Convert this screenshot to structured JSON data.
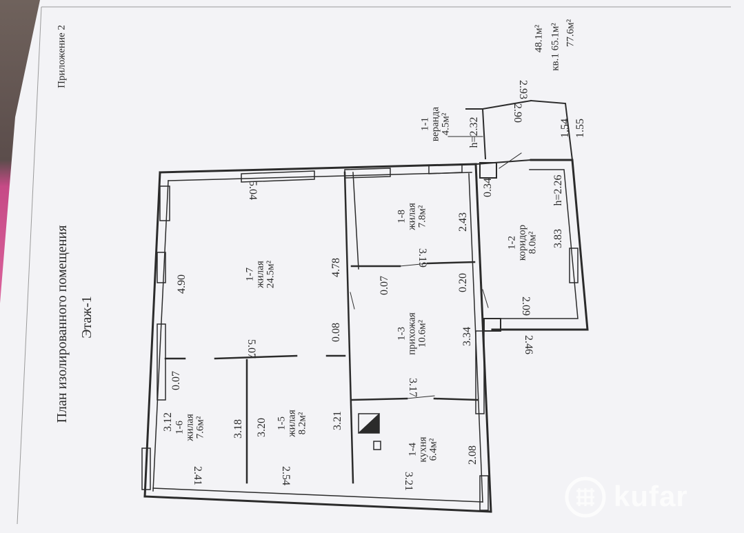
{
  "header": {
    "appendix": "Приложение 2",
    "title": "План изолированного помещения",
    "floor": "Этаж-1"
  },
  "rooms": [
    {
      "id": "1-1",
      "name": "веранда",
      "area": "4.5м²"
    },
    {
      "id": "1-2",
      "name": "коридор",
      "area": "8.0м²"
    },
    {
      "id": "1-3",
      "name": "прихожая",
      "area": "10.6м²"
    },
    {
      "id": "1-4",
      "name": "кухня",
      "area": "6.4м²"
    },
    {
      "id": "1-5",
      "name": "жилая",
      "area": "8.2м²"
    },
    {
      "id": "1-6",
      "name": "жилая",
      "area": "7.6м²"
    },
    {
      "id": "1-7",
      "name": "жилая",
      "area": "24.5м²"
    },
    {
      "id": "1-8",
      "name": "жилая",
      "area": "7.8м²"
    }
  ],
  "dimensions": {
    "top_504": "5.04",
    "top_490": "4.90",
    "d_507": "5.07",
    "d_007a": "0.07",
    "d_312": "3.12",
    "d_318": "3.18",
    "d_320": "3.20",
    "d_321a": "3.21",
    "d_241": "2.41",
    "d_254": "2.54",
    "d_321b": "3.21",
    "d_208": "2.08",
    "d_317": "3.17",
    "d_008": "0.08",
    "d_478": "4.78",
    "d_007b": "0.07",
    "d_319": "3.19",
    "d_243": "2.43",
    "d_020": "0.20",
    "d_334": "3.34",
    "d_034": "0.34",
    "d_383": "3.83",
    "d_h226": "h=2.26",
    "d_209": "2.09",
    "d_246": "2.46",
    "d_h232": "h=2.32",
    "d_293": "2.93",
    "d_290": "2.90",
    "d_154": "1.54",
    "d_155": "1.55"
  },
  "totals": {
    "area1": "48.1м²",
    "area2": "кв.1 65.1м²",
    "area3": "77.6м²"
  },
  "watermark": {
    "text": "kufar"
  },
  "colors": {
    "paper": "#f3f3f6",
    "ink": "#2a2a2a",
    "background": "#7b6a66",
    "pink": "#d9609a"
  }
}
